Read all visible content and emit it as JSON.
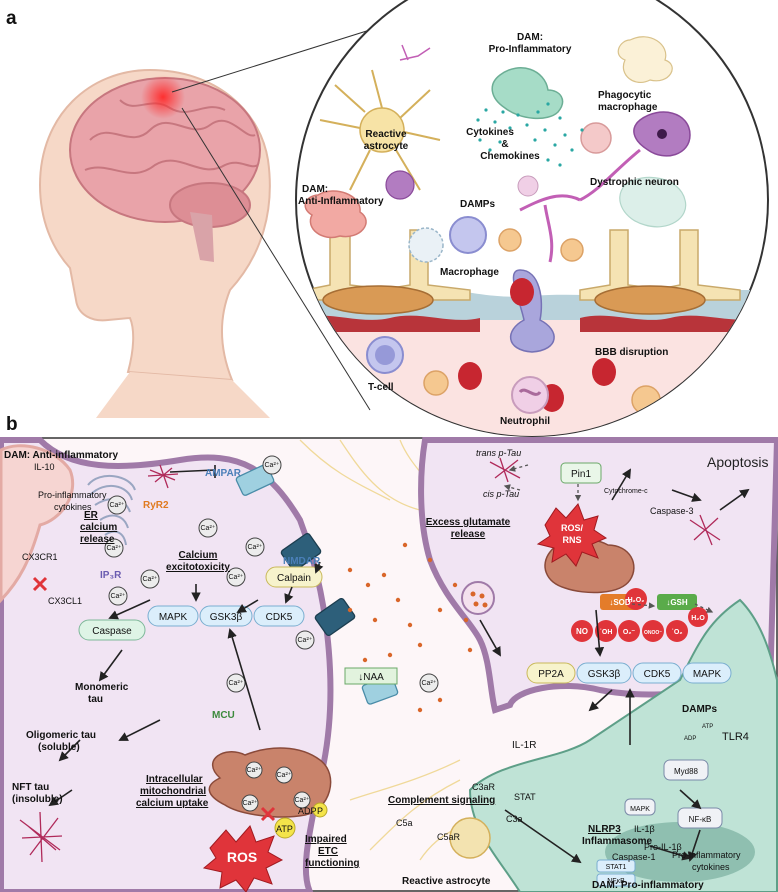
{
  "panels": {
    "a": "a",
    "b": "b"
  },
  "panel_a": {
    "dam_pro": "DAM:",
    "dam_pro2": "Pro-Inflammatory",
    "phagocytic": "Phagocytic",
    "macrophage_word": "macrophage",
    "reactive": "Reactive",
    "astrocyte": "astrocyte",
    "cytokines": "Cytokines",
    "amp": "&",
    "chemokines": "Chemokines",
    "dystrophic": "Dystrophic neuron",
    "dam_anti": "DAM:",
    "dam_anti2": "Anti-Inflammatory",
    "damps": "DAMPs",
    "macrophage": "Macrophage",
    "bbb": "BBB disruption",
    "tcell": "T-cell",
    "neutrophil": "Neutrophil"
  },
  "panel_b": {
    "dam_anti_title": "DAM: Anti-inflammatory",
    "il10": "IL-10",
    "pro_cyt1": "Pro-inflammatory",
    "pro_cyt2": "cytokines",
    "cx3cr1": "CX3CR1",
    "cx3cl1": "CX3CL1",
    "er1": "ER",
    "er2": "calcium",
    "er3": "release",
    "ryr2": "RyR2",
    "ip3r": "IP₃R",
    "ampar": "AMPAR",
    "nmdar": "NMDAR",
    "calcium_exc1": "Calcium",
    "calcium_exc2": "excitotoxicity",
    "calpain": "Calpain",
    "caspase": "Caspase",
    "mapk": "MAPK",
    "gsk3b": "GSK3β",
    "cdk5": "CDK5",
    "monomeric1": "Monomeric",
    "monomeric2": "tau",
    "oligomeric1": "Oligomeric tau",
    "oligomeric2": "(soluble)",
    "nft1": "NFT tau",
    "nft2": "(insoluble)",
    "mcu": "MCU",
    "naa": "↓NAA",
    "intracell1": "Intracellular",
    "intracell2": "mitochondrial",
    "intracell3": "calcium uptake",
    "adp": "ADP",
    "p": "P",
    "atp": "ATP",
    "ros": "ROS",
    "impaired1": "Impaired",
    "impaired2": "ETC",
    "impaired3": "functioning",
    "ca": "Ca²⁺",
    "trans_tau": "trans p-Tau",
    "cis_tau": "cis p-Tau",
    "pin1": "Pin1",
    "cytochrome": "Cytochrome-c",
    "caspase3": "Caspase-3",
    "apoptosis": "Apoptosis",
    "excess1": "Excess glutamate",
    "excess2": "release",
    "ros_rns1": "ROS/",
    "ros_rns2": "RNS",
    "sod": "↓SOD",
    "gsh": "↓GSH",
    "h2o2": "H₂O₂",
    "h2o": "H₂O",
    "no": "NO",
    "oh": "˙OH",
    "o2": "O₂⁻",
    "onoo": "ONOO⁻",
    "o2b": "˙O₂",
    "pp2a": "PP2A",
    "damps": "DAMPs",
    "atp_small": "ATP",
    "adp_small": "ADP",
    "tlr4": "TLR4",
    "myd88": "Myd88",
    "il1r": "IL-1R",
    "mapk2": "MAPK",
    "nfkb": "NF-κB",
    "c3ar": "C3aR",
    "stat": "STAT",
    "c3a": "C3a",
    "nlrp3_1": "NLRP3",
    "nlrp3_2": "Inflammasome",
    "il1b": "IL-1β",
    "pro_il1b": "Pro-IL-1β",
    "caspase1": "Caspase-1",
    "stat1": "STAT1",
    "nfkb2": "NFκB",
    "pro_cyt_b1": "Pro-inflammatory",
    "pro_cyt_b2": "cytokines",
    "complement": "Complement signaling",
    "c5a": "C5a",
    "c5ar": "C5aR",
    "reactive_astro": "Reactive astrocyte",
    "dam_pro_title": "DAM: Pro-inflammatory"
  },
  "colors": {
    "neuron_fill": "#f1e4f3",
    "neuron_edge": "#a07aa8",
    "microglia": "#bfe3d6",
    "astro": "#f3e3b0",
    "mito": "#c9836b",
    "ros": "#e0343a",
    "blue_label": "#4a7fb8"
  }
}
